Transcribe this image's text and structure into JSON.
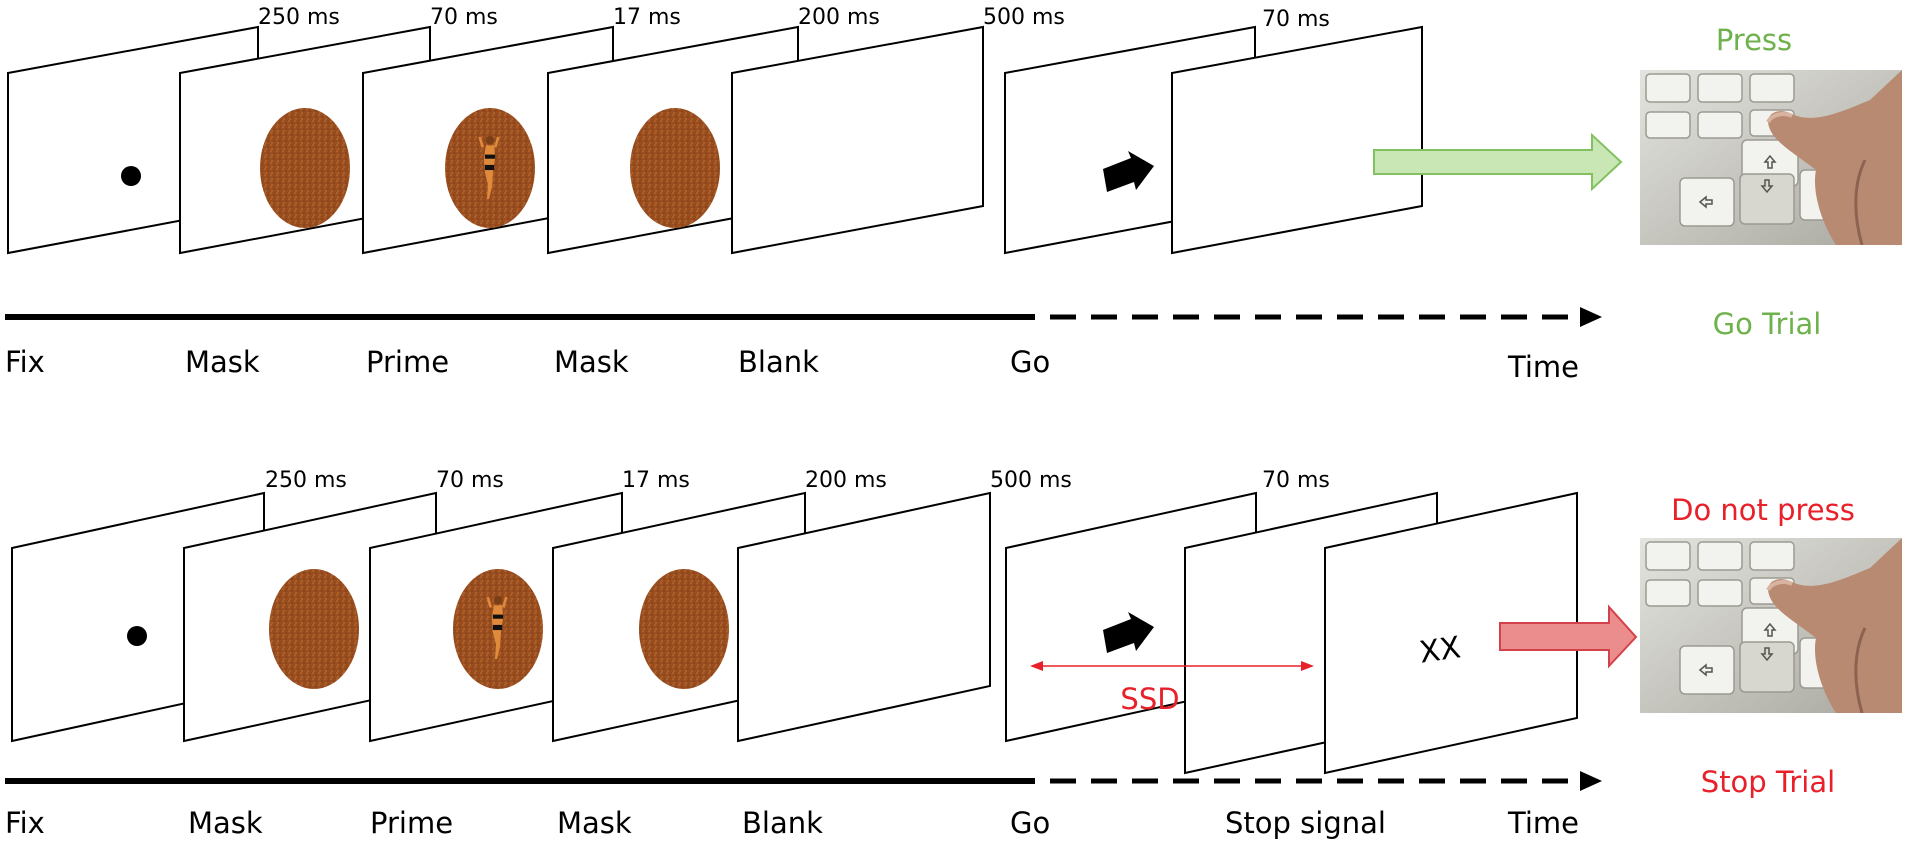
{
  "colors": {
    "go": "#6fb24d",
    "stop": "#e8202a",
    "go_arrow_fill": "#c9e7b5",
    "go_arrow_stroke": "#82c062",
    "stop_arrow_fill": "#eb8d8d",
    "stop_arrow_stroke": "#d3424a",
    "mask": "#9a4e1f"
  },
  "go_trial": {
    "durations": [
      "250 ms",
      "70 ms",
      "17 ms",
      "200 ms",
      "500 ms",
      "70 ms"
    ],
    "stages": [
      "Fix",
      "Mask",
      "Prime",
      "Mask",
      "Blank",
      "Go"
    ],
    "time_label": "Time",
    "instruction": "Press",
    "trial_name": "Go Trial"
  },
  "stop_trial": {
    "durations": [
      "250 ms",
      "70 ms",
      "17 ms",
      "200 ms",
      "500 ms",
      "70 ms"
    ],
    "stages": [
      "Fix",
      "Mask",
      "Prime",
      "Mask",
      "Blank",
      "Go",
      "Stop signal"
    ],
    "time_label": "Time",
    "ssd_label": "SSD",
    "stop_symbol": "XX",
    "instruction": "Do not press",
    "trial_name": "Stop Trial"
  },
  "icons": [
    "fixation-dot-icon",
    "mask-oval-icon",
    "prime-figure-icon",
    "go-arrow-icon",
    "keyboard-photo-icon"
  ]
}
